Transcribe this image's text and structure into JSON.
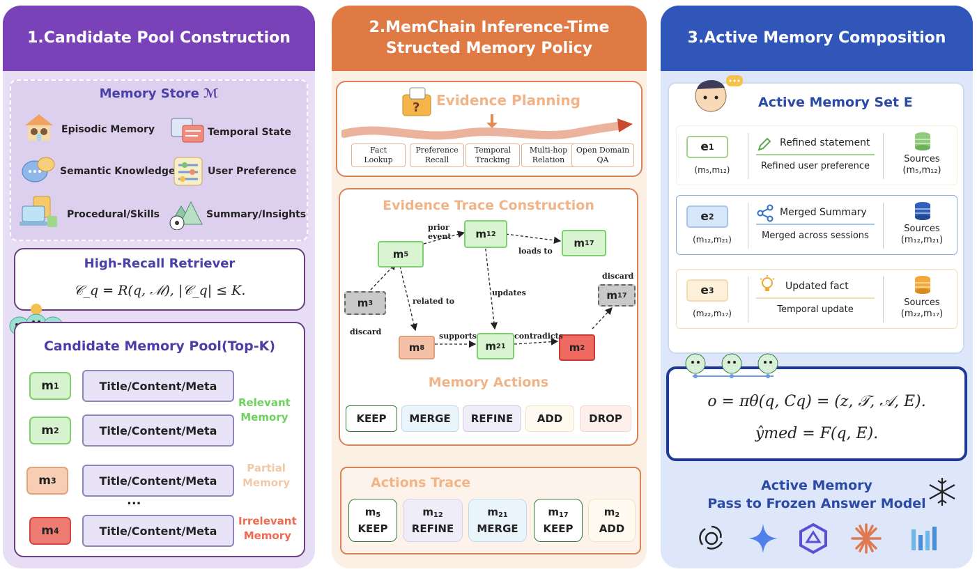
{
  "panel1": {
    "header": "1.Candidate Pool Construction",
    "store": {
      "title": "Memory Store ℳ",
      "items": [
        "Episodic Memory",
        "Temporal State",
        "Semantic Knowledge",
        "User Preference",
        "Procedural/Skills",
        "Summary/Insights"
      ]
    },
    "retriever": {
      "title": "High-Recall Retriever",
      "equation": "𝒞_q = R(q, ℳ),      |𝒞_q| ≤ K."
    },
    "pool": {
      "title": "Candidate Memory Pool(Top-K)",
      "memories": [
        {
          "tag": "m",
          "sub": "1",
          "text": "Title/Content/Meta"
        },
        {
          "tag": "m",
          "sub": "2",
          "text": "Title/Content/Meta"
        },
        {
          "tag": "m",
          "sub": "3",
          "text": "Title/Content/Meta"
        },
        {
          "tag": "m",
          "sub": "4",
          "text": "Title/Content/Meta"
        }
      ],
      "ellipsis": "...",
      "relevance": [
        {
          "line1": "Relevant",
          "line2": "Memory",
          "color": "#6fd25d"
        },
        {
          "line1": "Partial",
          "line2": "Memory",
          "color": "#f2c9a7"
        },
        {
          "line1": "Irrelevant",
          "line2": "Memory",
          "color": "#ee6a50"
        }
      ]
    }
  },
  "panel2": {
    "header": "2.MemChain Inference-Time Structed Memory Policy",
    "planning": {
      "title": "Evidence Planning",
      "tasks": [
        {
          "line1": "Fact",
          "line2": "Lookup"
        },
        {
          "line1": "Preference",
          "line2": "Recall"
        },
        {
          "line1": "Temporal",
          "line2": "Tracking"
        },
        {
          "line1": "Multi-hop",
          "line2": "Relation"
        },
        {
          "line1": "Open Domain",
          "line2": "QA"
        }
      ]
    },
    "trace": {
      "title": "Evidence Trace Construction",
      "nodes": {
        "m5": {
          "tag": "m",
          "sub": "5"
        },
        "m12": {
          "tag": "m",
          "sub": "12"
        },
        "m17a": {
          "tag": "m",
          "sub": "17"
        },
        "m3": {
          "tag": "m",
          "sub": "3"
        },
        "m17b": {
          "tag": "m",
          "sub": "17"
        },
        "m8": {
          "tag": "m",
          "sub": "8"
        },
        "m21": {
          "tag": "m",
          "sub": "21"
        },
        "m2": {
          "tag": "m",
          "sub": "2"
        }
      },
      "edges": {
        "prior": "prior",
        "event": "event",
        "loads_to": "loads to",
        "related_to": "related to",
        "updates": "updates",
        "supports": "supports",
        "contradicts": "contradicts",
        "discard_left": "discard",
        "discard_right": "discard"
      }
    },
    "actions": {
      "title": "Memory Actions",
      "buttons": [
        "KEEP",
        "MERGE",
        "REFINE",
        "ADD",
        "DROP"
      ]
    },
    "actions_trace": {
      "title": "Actions Trace",
      "cards": [
        {
          "tag": "m",
          "sub": "5",
          "action": "KEEP"
        },
        {
          "tag": "m",
          "sub": "12",
          "action": "REFINE"
        },
        {
          "tag": "m",
          "sub": "21",
          "action": "MERGE"
        },
        {
          "tag": "m",
          "sub": "17",
          "action": "KEEP"
        },
        {
          "tag": "m",
          "sub": "2",
          "action": "ADD"
        }
      ]
    }
  },
  "panel3": {
    "header": "3.Active Memory Composition",
    "set": {
      "title": "Active Memory Set E",
      "rows": [
        {
          "tag": "e",
          "sub": "1",
          "refs": "(m₅,m₁₂)",
          "title": "Refined statement",
          "desc": "Refined user preference",
          "sources": "Sources",
          "source_refs": "(m₅,m₁₂)"
        },
        {
          "tag": "e",
          "sub": "2",
          "refs": "(m₁₂,m₂₁)",
          "title": "Merged Summary",
          "desc": "Merged across sessions",
          "sources": "Sources",
          "source_refs": "(m₁₂,m₂₁)"
        },
        {
          "tag": "e",
          "sub": "3",
          "refs": "(m₂₂,m₁₇)",
          "title": "Updated fact",
          "desc": "Temporal update",
          "sources": "Sources",
          "source_refs": "(m₂₂,m₁₇)"
        }
      ]
    },
    "policy": {
      "eq1": "o = πθ(q, Cq) = (z, 𝒯, 𝒜, E).",
      "eq2": "ŷmed = F(q, E)."
    },
    "pass": {
      "line1": "Active Memory",
      "line2": "Pass to Frozen Answer Model"
    }
  }
}
